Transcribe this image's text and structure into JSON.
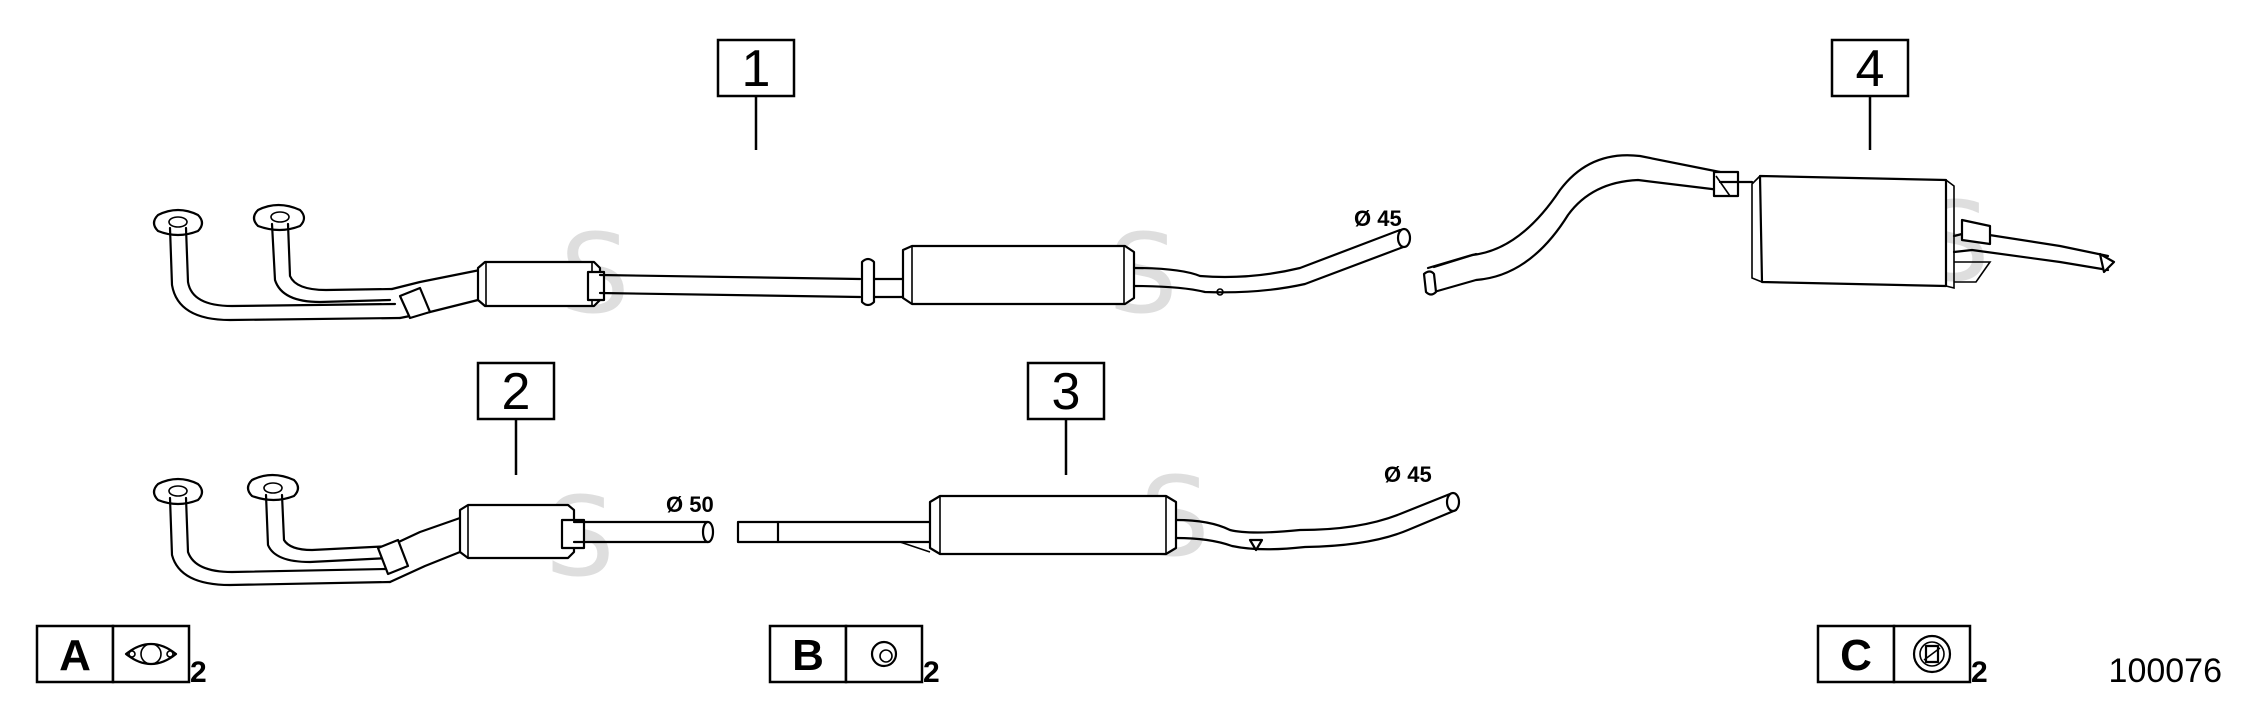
{
  "callouts": [
    {
      "number": "1"
    },
    {
      "number": "2"
    },
    {
      "number": "3"
    },
    {
      "number": "4"
    }
  ],
  "diameters": {
    "part1": "Ø 45",
    "part2": "Ø 50",
    "part3": "Ø 45"
  },
  "legend": [
    {
      "letter": "A",
      "quantity": "2",
      "icon": "flange-gasket-icon"
    },
    {
      "letter": "B",
      "quantity": "2",
      "icon": "sealing-ring-icon"
    },
    {
      "letter": "C",
      "quantity": "2",
      "icon": "rubber-mount-icon"
    }
  ],
  "reference_number": "100076",
  "colors": {
    "line": "#000000",
    "watermark": "#d9d9d9",
    "background": "#ffffff"
  }
}
